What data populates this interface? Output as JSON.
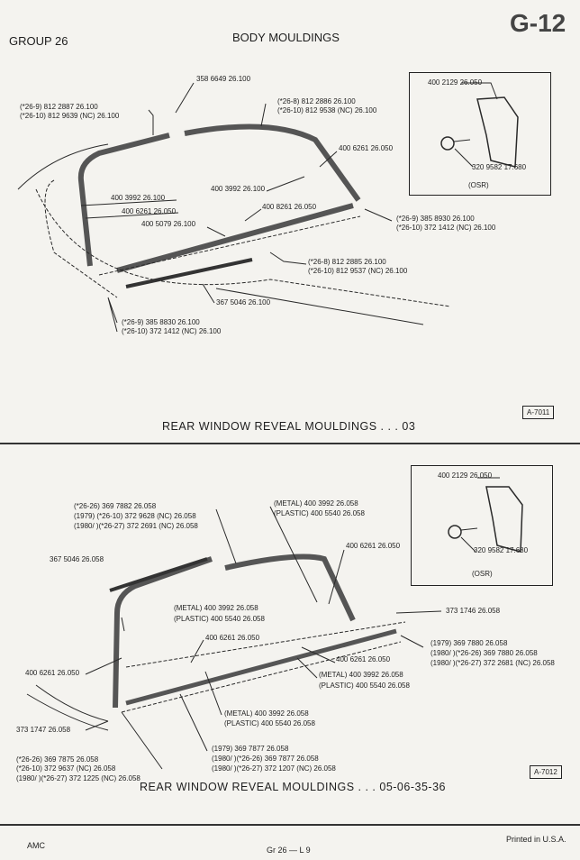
{
  "header": {
    "group": "GROUP 26",
    "title": "BODY MOULDINGS",
    "page_code": "G-12"
  },
  "top": {
    "caption": "REAR WINDOW REVEAL MOULDINGS . . . 03",
    "figure_id": "A-7011",
    "inset": {
      "clip": "400 2129  26.050",
      "screw": "320 9582  17.680",
      "note": "(OSR)"
    },
    "labels": [
      "358 6649  26.100",
      "(*26-9) 812 2887  26.100",
      "(*26-10) 812 9639 (NC)  26.100",
      "(*26-8) 812 2886  26.100",
      "(*26-10) 812 9538 (NC)  26.100",
      "400 6261  26.050",
      "400 3992  26.100",
      "400 3992  26.100",
      "400 6261  26.050",
      "400 5079  26.100",
      "400 8261  26.050",
      "(*26-9) 385 8930  26.100",
      "(*26-10) 372 1412 (NC)  26.100",
      "(*26-8) 812 2885  26.100",
      "(*26-10) 812 9537 (NC)  26.100",
      "367 5046  26.100",
      "(*26-9) 385 8830  26.100",
      "(*26-10) 372 1412 (NC)  26.100"
    ]
  },
  "bottom": {
    "caption": "REAR WINDOW REVEAL MOULDINGS . . . 05-06-35-36",
    "figure_id": "A-7012",
    "inset": {
      "clip": "400 2129  26.050",
      "screw": "320 9582  17.680",
      "note": "(OSR)"
    },
    "labels": [
      "(*26-26) 369 7882  26.058",
      "(1979) (*26-10) 372 9628 (NC)  26.058",
      "(1980/ )(*26-27) 372 2691 (NC)  26.058",
      "(METAL) 400 3992  26.058",
      "(PLASTIC) 400 5540  26.058",
      "367 5046  26.058",
      "400 6261  26.050",
      "(METAL) 400 3992  26.058",
      "(PLASTIC) 400 5540  26.058",
      "373 1746 26.058",
      "400 6261  26.050",
      "400 6261 26.050",
      "(1979) 369 7880  26.058",
      "(1980/ )(*26-26) 369 7880  26.058",
      "(1980/ )(*26-27) 372 2681 (NC)  26.058",
      "400 6261 26.050",
      "(METAL) 400 3992  26.058",
      "(PLASTIC) 400 5540  26.058",
      "(METAL) 400 3992  26.058",
      "(PLASTIC) 400 5540 26.058",
      "373 1747 26.058",
      "(1979) 369 7877  26.058",
      "(1980/ )(*26-26) 369 7877  26.058",
      "(1980/ )(*26-27) 372 1207 (NC)  26.058",
      "(*26-26) 369 7875  26.058",
      "(*26-10) 372 9637 (NC)  26.058",
      "(1980/ )(*26-27) 372 1225 (NC)  26.058"
    ]
  },
  "footer": {
    "brand": "AMC",
    "page": "Gr 26 — L 9",
    "printed": "Printed  in U.S.A."
  }
}
